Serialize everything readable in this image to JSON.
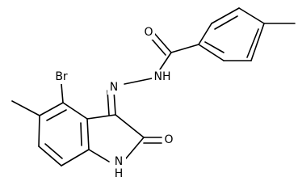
{
  "molecule": {
    "atoms": {
      "carbonyl_oxygen": "O",
      "amide_nh": "NH",
      "hydrazone_n": "N",
      "bromine": "Br",
      "lactam_oxygen": "O",
      "ring_nh": "H\nN"
    },
    "labels": {
      "carbonyl_oxygen": "O",
      "amide_nh": "NH",
      "hydrazone_n": "N",
      "bromine": "Br",
      "lactam_oxygen": "O",
      "ring_n": "N",
      "ring_h": "H"
    }
  },
  "colors": {
    "bond": "#000000",
    "text": "#000000",
    "background": "#ffffff"
  }
}
